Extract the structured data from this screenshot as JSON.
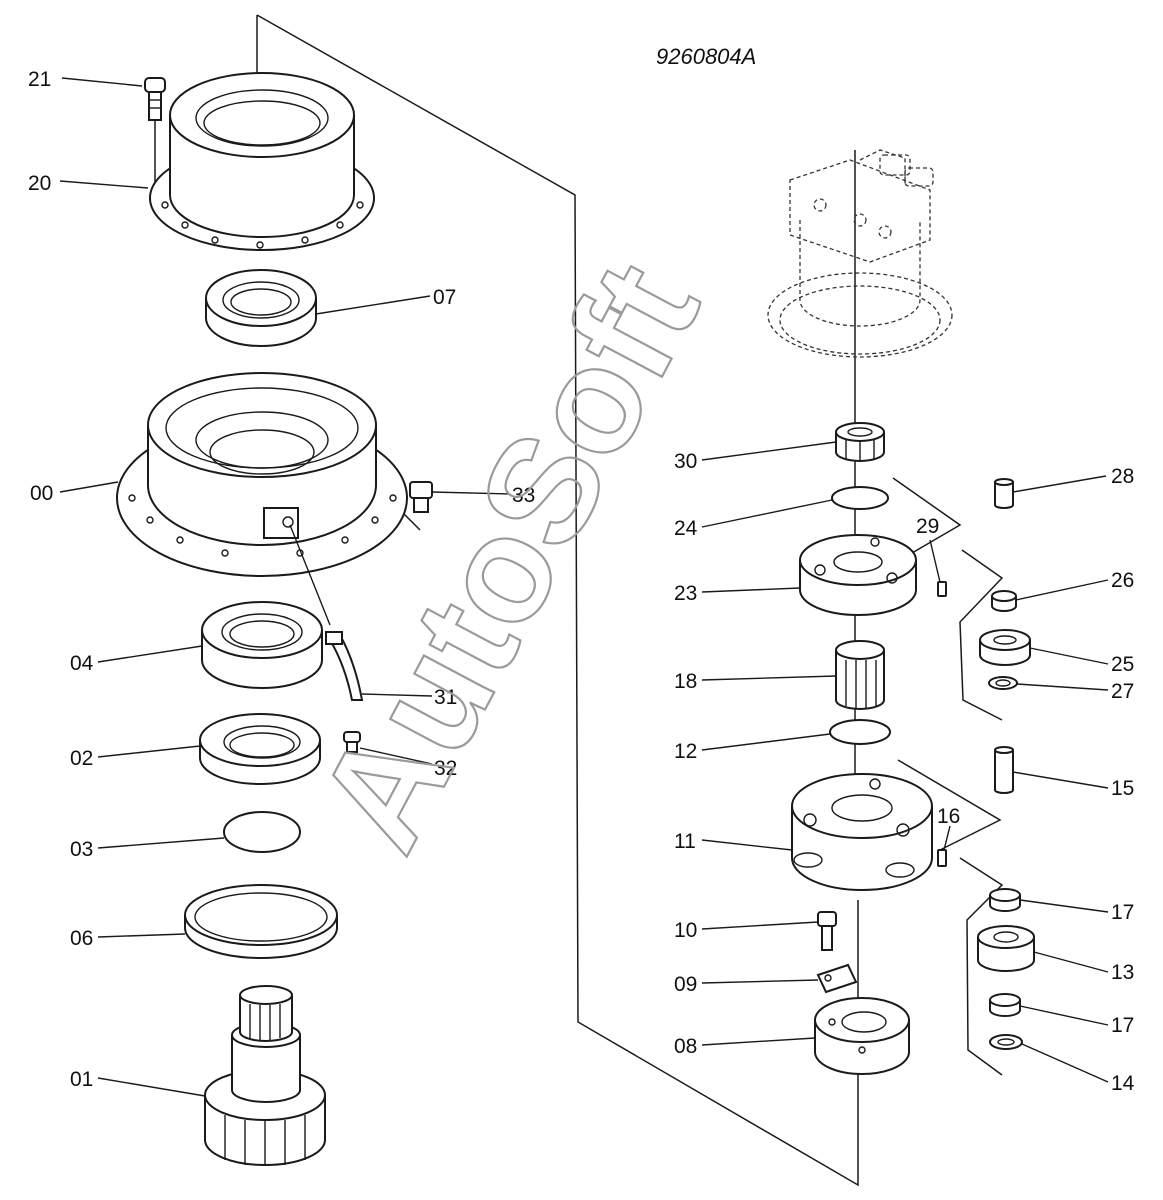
{
  "drawing_number": "9260804A",
  "watermark": "AutoSoft",
  "callouts": {
    "c00": "00",
    "c01": "01",
    "c02": "02",
    "c03": "03",
    "c04": "04",
    "c06": "06",
    "c07": "07",
    "c08": "08",
    "c09": "09",
    "c10": "10",
    "c11": "11",
    "c12": "12",
    "c13": "13",
    "c14": "14",
    "c15": "15",
    "c16": "16",
    "c17a": "17",
    "c17b": "17",
    "c18": "18",
    "c20": "20",
    "c21": "21",
    "c23": "23",
    "c24": "24",
    "c25": "25",
    "c26": "26",
    "c27": "27",
    "c28": "28",
    "c29": "29",
    "c30": "30",
    "c31": "31",
    "c32": "32",
    "c33": "33"
  }
}
